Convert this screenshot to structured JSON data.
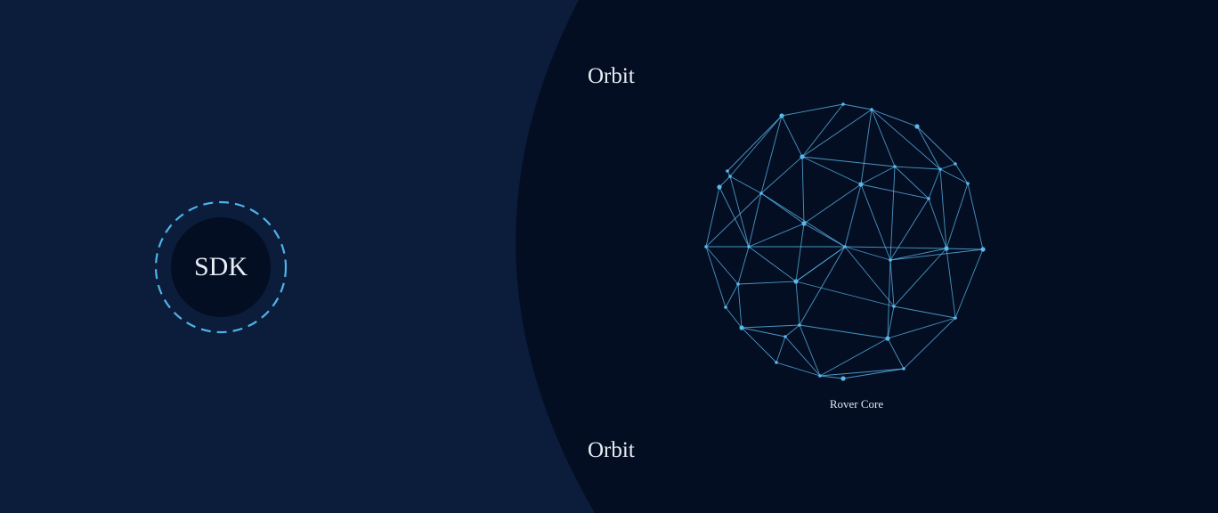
{
  "colors": {
    "left_bg": "#0c1c3b",
    "right_bg": "#040e22",
    "accent": "#4fb3ea",
    "node": "#5ab8ec",
    "text": "#e6ecf5"
  },
  "sdk": {
    "label": "SDK"
  },
  "orbit": {
    "top_label": "Orbit",
    "bottom_label": "Orbit"
  },
  "core": {
    "label": "Rover Core",
    "icon": "wireframe-sphere-icon"
  }
}
